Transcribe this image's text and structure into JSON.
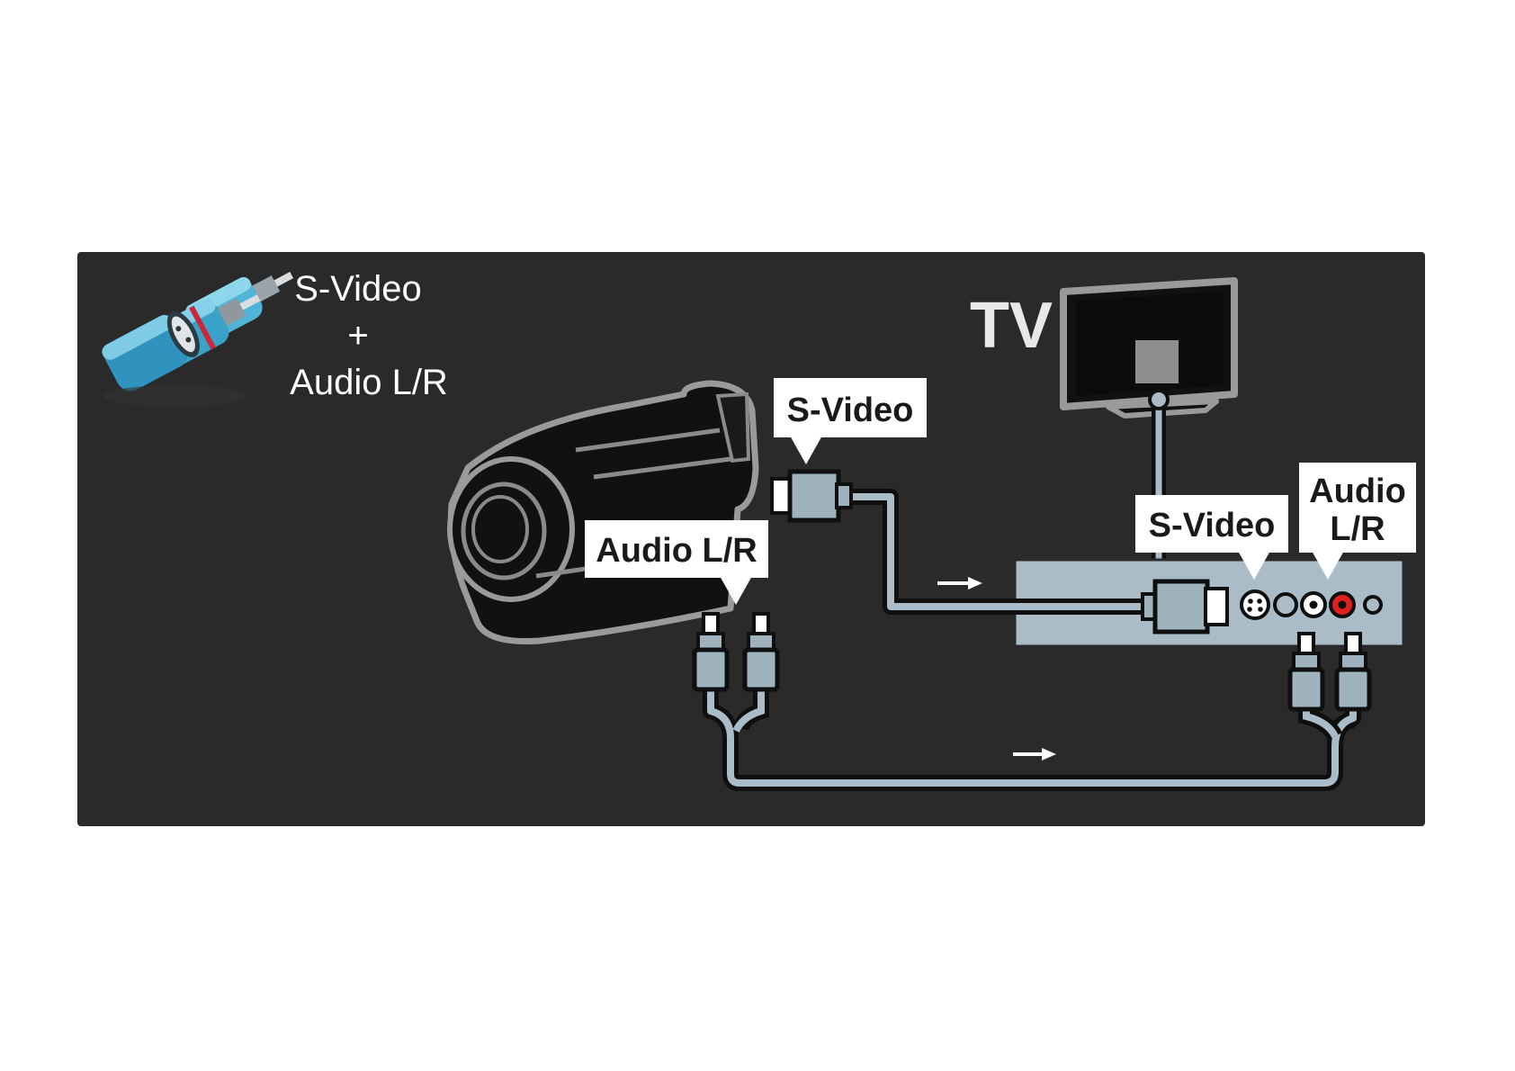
{
  "header": {
    "connector_title_line1": "S-Video",
    "connector_title_plus": "+",
    "connector_title_line2": "Audio L/R"
  },
  "devices": {
    "tv_label": "TV"
  },
  "callouts": {
    "camera_svideo": "S-Video",
    "camera_audio": "Audio L/R",
    "tv_svideo": "S-Video",
    "tv_audio_line1": "Audio",
    "tv_audio_line2": "L/R"
  },
  "colors": {
    "panel_background": "#2a2a2a",
    "cable": "#a9bcc8",
    "connector": "#9fb3bf",
    "callout_background": "#ffffff",
    "audio_right_port": "#e02020"
  },
  "icons": {
    "connector_image": "svideo-audio-plugs-icon",
    "camera": "camcorder-icon",
    "tv": "tv-icon",
    "direction": "arrow-right-icon"
  }
}
